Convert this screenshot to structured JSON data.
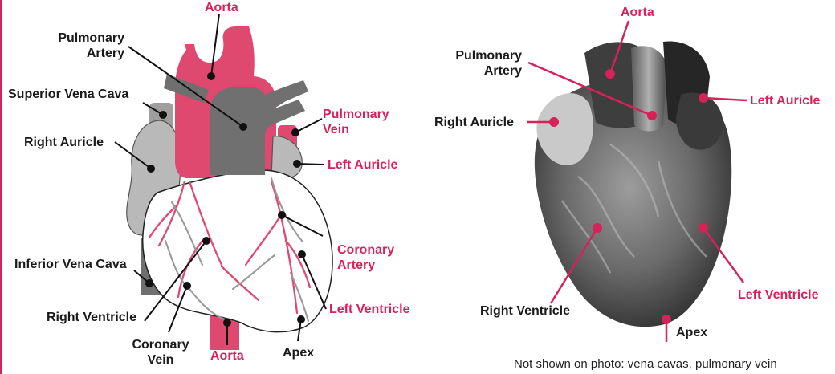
{
  "accent_color": "#d6215a",
  "label_color": "#1a1a1a",
  "diagram": {
    "labels": {
      "aorta_top": "Aorta",
      "pulmonary_artery": "Pulmonary Artery",
      "superior_vena_cava": "Superior Vena Cava",
      "right_auricle": "Right Auricle",
      "pulmonary_vein": "Pulmonary Vein",
      "left_auricle": "Left Auricle",
      "coronary_artery": "Coronary Artery",
      "inferior_vena_cava": "Inferior Vena Cava",
      "right_ventricle": "Right Ventricle",
      "left_ventricle": "Left Ventricle",
      "coronary_vein": "Coronary Vein",
      "aorta_bottom": "Aorta",
      "apex": "Apex"
    }
  },
  "photo": {
    "labels": {
      "aorta": "Aorta",
      "pulmonary_artery": "Pulmonary Artery",
      "right_auricle": "Right Auricle",
      "left_auricle": "Left Auricle",
      "right_ventricle": "Right Ventricle",
      "left_ventricle": "Left Ventricle",
      "apex": "Apex"
    },
    "note": "Not shown on photo: vena cavas, pulmonary vein"
  }
}
